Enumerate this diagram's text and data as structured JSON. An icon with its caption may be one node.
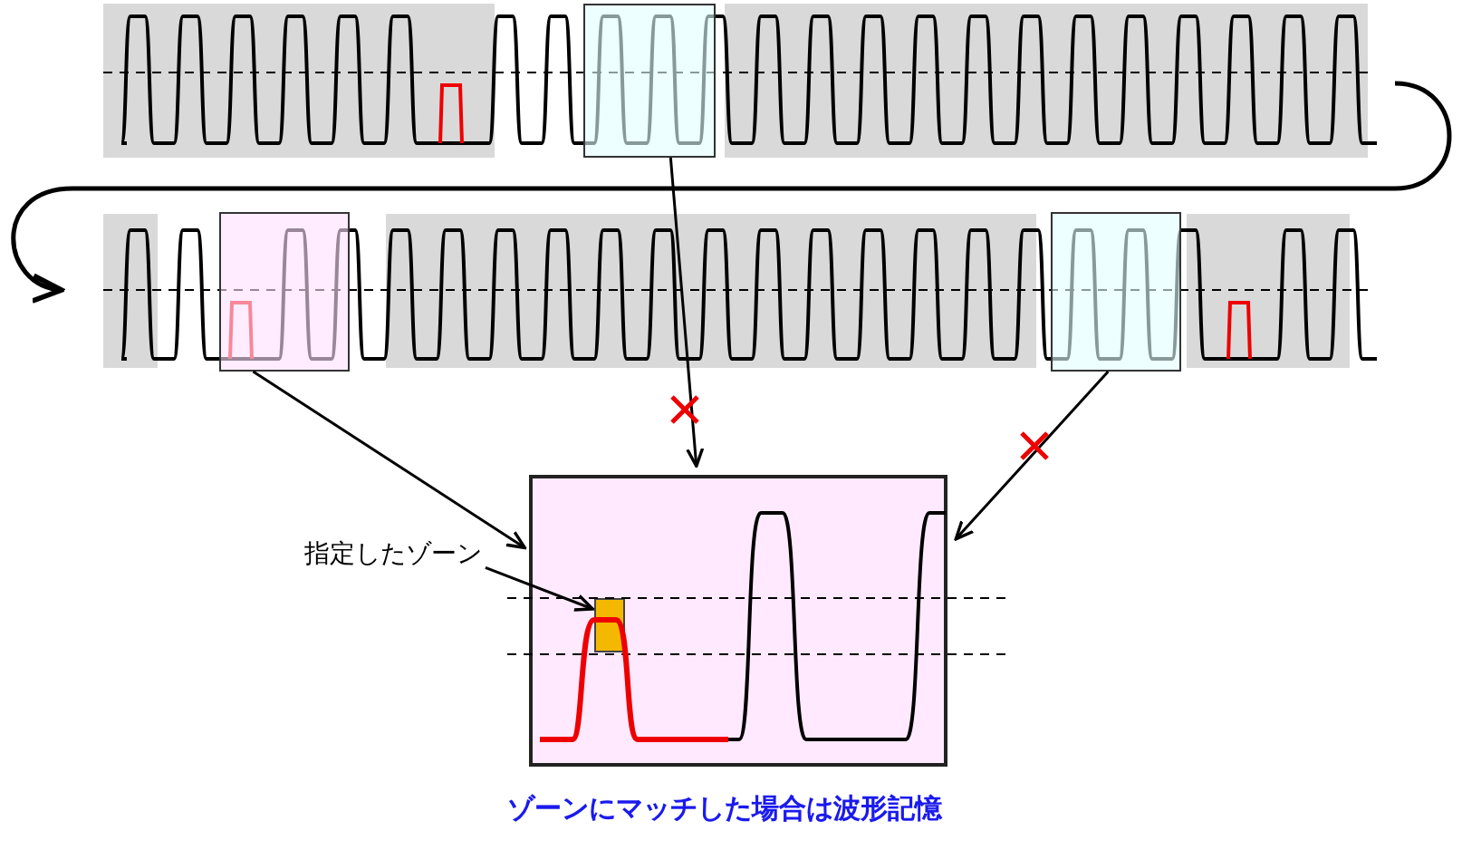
{
  "diagram": {
    "caption": "ゾーンにマッチした場合は波形記憶",
    "nodes": [
      {
        "text": [],
        "shape": "box"
      },
      {
        "text": [],
        "shape": "box"
      },
      {
        "text": [],
        "shape": "box"
      },
      {
        "text": [],
        "shape": "box"
      },
      {
        "text": [
          "指定したゾーン"
        ]
      },
      {
        "text": [],
        "shape": "box",
        "in": 3
      }
    ],
    "edges": [
      {
        "from": 0,
        "to": 3,
        "arrow": "to"
      },
      {
        "from": 1,
        "to": 3,
        "arrow": "to"
      },
      {
        "from": 2,
        "to": 3,
        "arrow": "to"
      },
      {
        "from": 4,
        "to": 5,
        "arrow": "to"
      }
    ]
  }
}
